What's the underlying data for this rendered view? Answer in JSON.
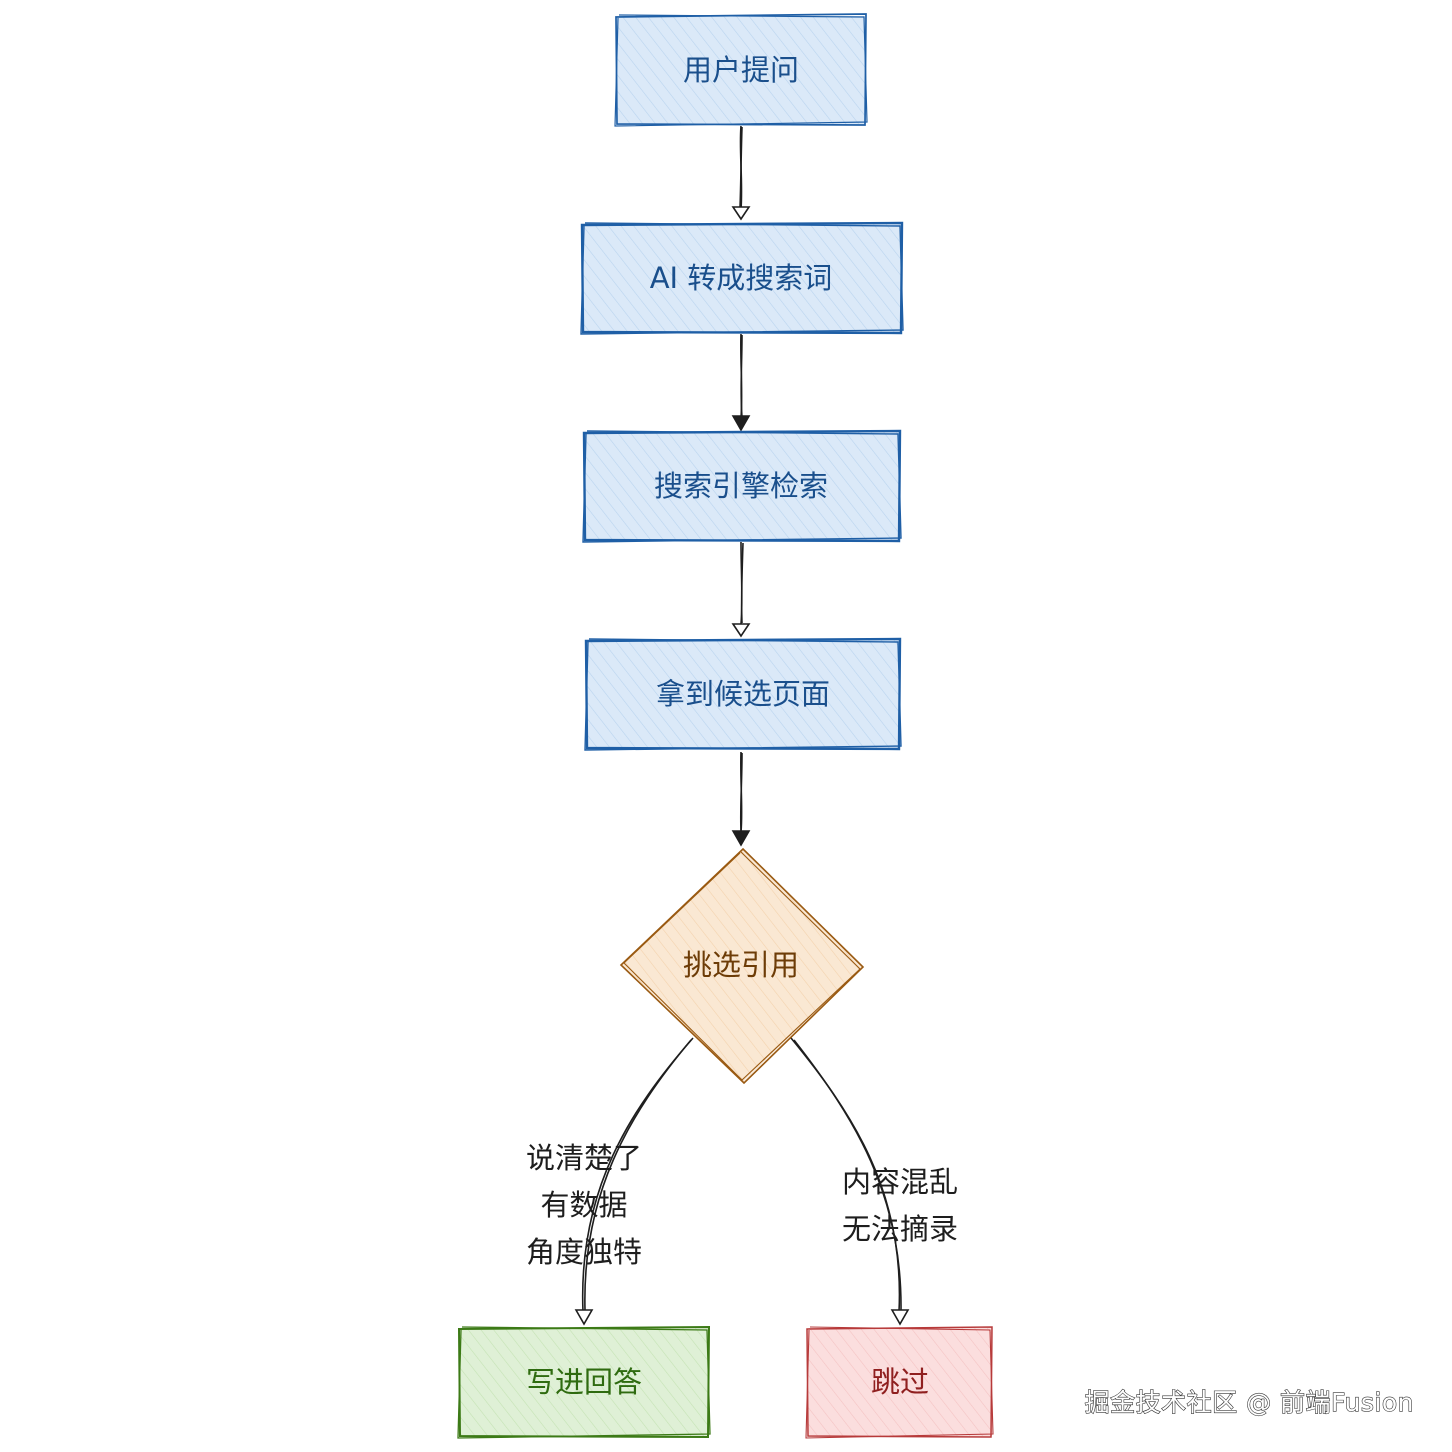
{
  "nodes": {
    "user_question": {
      "label": "用户提问",
      "shape": "rectangle",
      "color": "#1f5fa6"
    },
    "ai_keywords": {
      "label": "AI 转成搜索词",
      "shape": "rectangle",
      "color": "#1f5fa6"
    },
    "search_engine": {
      "label": "搜索引擎检索",
      "shape": "rectangle",
      "color": "#1f5fa6"
    },
    "candidate_pages": {
      "label": "拿到候选页面",
      "shape": "rectangle",
      "color": "#1f5fa6"
    },
    "select_citation": {
      "label": "挑选引用",
      "shape": "diamond",
      "color": "#9a5a12"
    },
    "write_answer": {
      "label": "写进回答",
      "shape": "rectangle",
      "color": "#3c7a16"
    },
    "skip": {
      "label": "跳过",
      "shape": "rectangle",
      "color": "#b73a3a"
    }
  },
  "edge_labels": {
    "to_answer": [
      "说清楚了",
      "有数据",
      "角度独特"
    ],
    "to_skip": [
      "内容混乱",
      "无法摘录"
    ]
  },
  "watermark": "掘金技术社区 @ 前端Fusion"
}
